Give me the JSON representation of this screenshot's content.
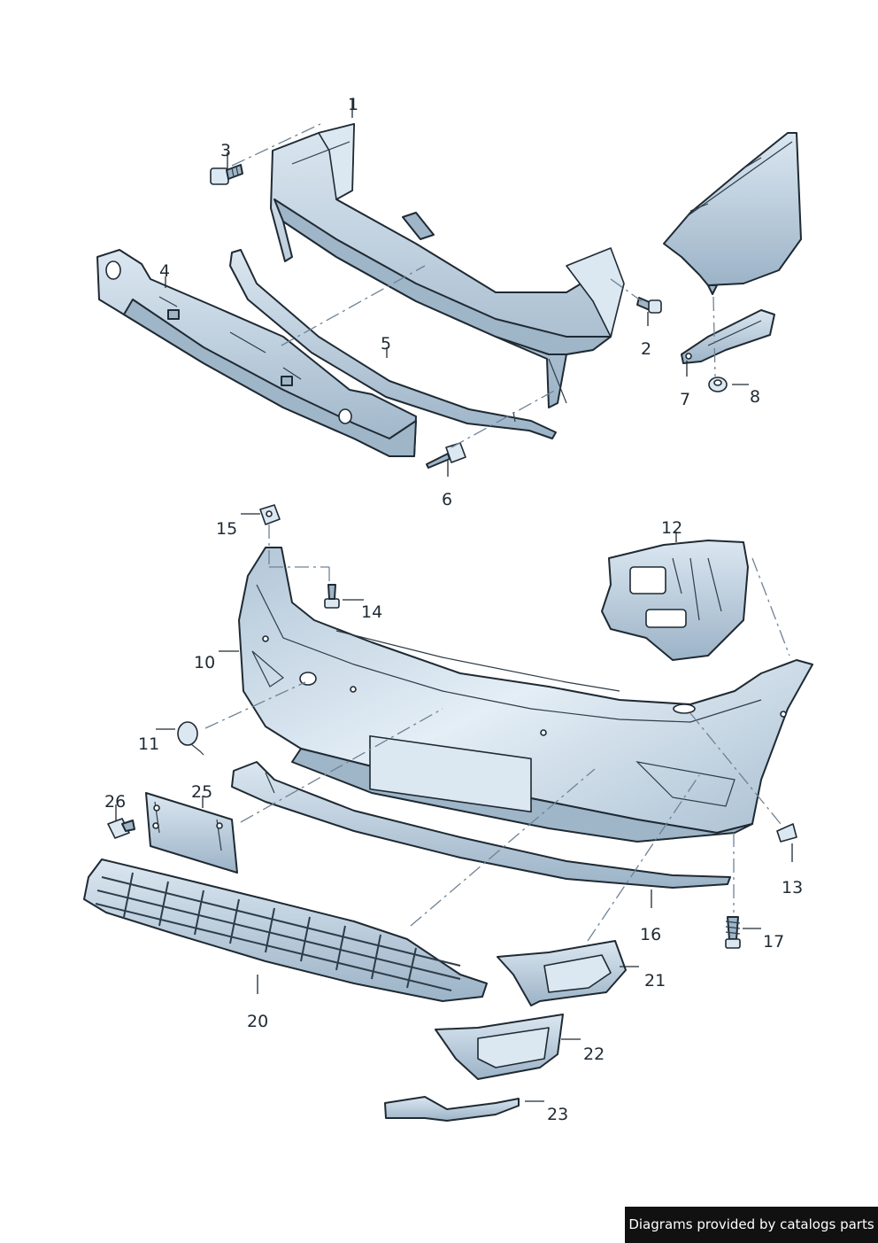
{
  "diagram": {
    "callouts": [
      {
        "id": "1",
        "label": "1"
      },
      {
        "id": "2",
        "label": "2"
      },
      {
        "id": "3",
        "label": "3"
      },
      {
        "id": "4",
        "label": "4"
      },
      {
        "id": "5",
        "label": "5"
      },
      {
        "id": "6",
        "label": "6"
      },
      {
        "id": "7",
        "label": "7"
      },
      {
        "id": "8",
        "label": "8"
      },
      {
        "id": "10",
        "label": "10"
      },
      {
        "id": "11",
        "label": "11"
      },
      {
        "id": "12",
        "label": "12"
      },
      {
        "id": "13",
        "label": "13"
      },
      {
        "id": "14",
        "label": "14"
      },
      {
        "id": "15",
        "label": "15"
      },
      {
        "id": "16",
        "label": "16"
      },
      {
        "id": "17",
        "label": "17"
      },
      {
        "id": "20",
        "label": "20"
      },
      {
        "id": "21",
        "label": "21"
      },
      {
        "id": "22",
        "label": "22"
      },
      {
        "id": "23",
        "label": "23"
      },
      {
        "id": "25",
        "label": "25"
      },
      {
        "id": "26",
        "label": "26"
      }
    ],
    "colors": {
      "part_light": "#dbe7f1",
      "part_mid": "#b3c7d8",
      "part_dark": "#8ea6bb",
      "outline": "#1f2a33"
    }
  },
  "footer": {
    "credit": "Diagrams provided by catalogs parts"
  }
}
